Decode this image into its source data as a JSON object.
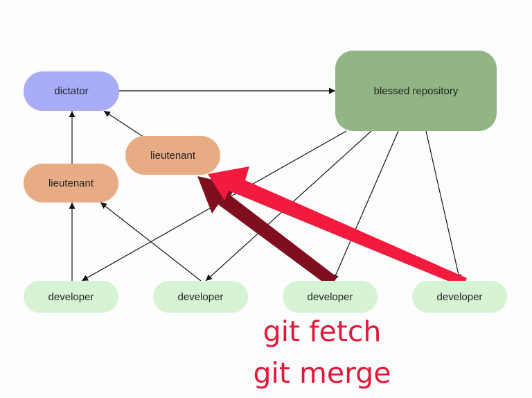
{
  "colors": {
    "dictator": "#a8acf9",
    "blessed": "#91b585",
    "lieutenant": "#e8ac85",
    "developer": "#d6f3d4",
    "edge": "#111111",
    "fetch_arrow": "#7f0f1e",
    "merge_arrow": "#f21a3d",
    "caption": "#e2183a"
  },
  "nodes": {
    "dictator": "dictator",
    "blessed": "blessed repository",
    "lieutenant_1": "lieutenant",
    "lieutenant_2": "lieutenant",
    "developer_1": "developer",
    "developer_2": "developer",
    "developer_3": "developer",
    "developer_4": "developer"
  },
  "captions": {
    "line1": "git fetch",
    "line2": "git merge"
  }
}
